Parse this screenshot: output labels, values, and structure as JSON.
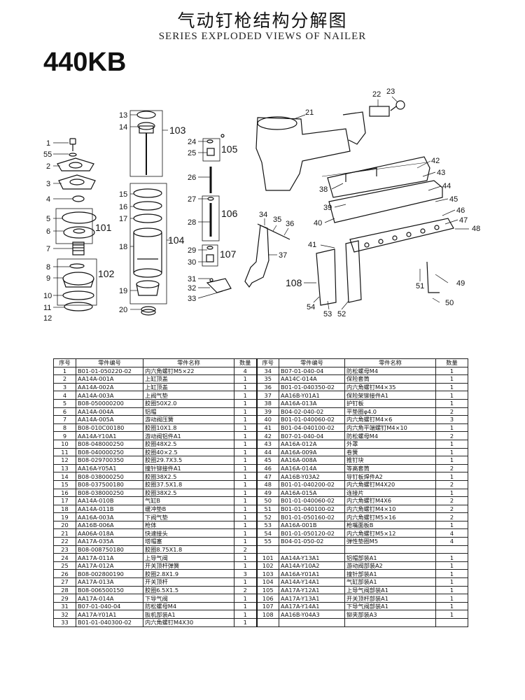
{
  "header": {
    "title_cn": "气动钉枪结构分解图",
    "title_en": "SERIES EXPLODED VIEWS OF NAILER",
    "model": "440KB"
  },
  "callouts": {
    "p1": "1",
    "p55": "55",
    "p2": "2",
    "p3": "3",
    "p4": "4",
    "p5": "5",
    "p6": "6",
    "p7": "7",
    "p8": "8",
    "p9": "9",
    "p10": "10",
    "p11": "11",
    "p12": "12",
    "p13": "13",
    "p14": "14",
    "p15": "15",
    "p16": "16",
    "p17": "17",
    "p18": "18",
    "p19": "19",
    "p20": "20",
    "p24": "24",
    "p25": "25",
    "p26": "26",
    "p27": "27",
    "p28": "28",
    "p29": "29",
    "p30": "30",
    "p31": "31",
    "p32": "32",
    "p33": "33",
    "p34": "34",
    "p35": "35",
    "p36": "36",
    "p37": "37",
    "p21": "21",
    "p22": "22",
    "p23": "23",
    "p38": "38",
    "p39": "39",
    "p40": "40",
    "p41": "41",
    "p42": "42",
    "p43": "43",
    "p44": "44",
    "p45": "45",
    "p46": "46",
    "p47": "47",
    "p48": "48",
    "p49": "49",
    "p50": "50",
    "p51": "51",
    "p52": "52",
    "p53": "53",
    "p54": "54",
    "g101": "101",
    "g102": "102",
    "g103": "103",
    "g104": "104",
    "g105": "105",
    "g106": "106",
    "g107": "107",
    "g108": "108"
  },
  "table": {
    "headers": [
      "序号",
      "零件编号",
      "零件名称",
      "数量",
      "序号",
      "零件编号",
      "零件名称",
      "数量"
    ],
    "rows": [
      [
        "1",
        "B01-01-050220-02",
        "内六角螺钉M5×22",
        "4",
        "34",
        "B07-01-040-04",
        "防松螺母M4",
        "1"
      ],
      [
        "2",
        "AA14A-001A",
        "上缸顶盖",
        "1",
        "35",
        "AA14C-014A",
        "保险套筒",
        "1"
      ],
      [
        "3",
        "AA14A-002A",
        "上缸顶盖",
        "1",
        "36",
        "B01-01-040350-02",
        "内六角螺钉M4×35",
        "1"
      ],
      [
        "4",
        "AA14A-003A",
        "上阀气垫",
        "1",
        "37",
        "AA16B-Y01A1",
        "保险架铆接件A1",
        "1"
      ],
      [
        "5",
        "B08-050000200",
        "胶圈50X2.0",
        "1",
        "38",
        "AA16A-013A",
        "护钉板",
        "1"
      ],
      [
        "6",
        "AA14A-004A",
        "铝帽",
        "1",
        "39",
        "B04-02-040-02",
        "平垫圈φ4.0",
        "2"
      ],
      [
        "7",
        "AA14A-005A",
        "游动阀压簧",
        "1",
        "40",
        "B01-01-040060-02",
        "内六角螺钉M4×6",
        "3"
      ],
      [
        "8",
        "B08-010C00180",
        "胶圈10X1.8",
        "1",
        "41",
        "B01-04-040100-02",
        "内六角平端螺钉M4×10",
        "1"
      ],
      [
        "9",
        "AA14A-Y10A1",
        "游动阀铝件A1",
        "1",
        "42",
        "B07-01-040-04",
        "防松螺母M4",
        "2"
      ],
      [
        "10",
        "B08-048000250",
        "胶圈48X2.5",
        "1",
        "43",
        "AA16A-012A",
        "外罩",
        "1"
      ],
      [
        "11",
        "B08-040000250",
        "胶圈40×2.5",
        "1",
        "44",
        "AA16A-009A",
        "卷簧",
        "1"
      ],
      [
        "12",
        "B08-029700350",
        "胶圈29.7X3.5",
        "1",
        "45",
        "AA16A-008A",
        "推钉块",
        "1"
      ],
      [
        "13",
        "AA16A-Y05A1",
        "撞针铆接件A1",
        "1",
        "46",
        "AA16A-014A",
        "等高套筒",
        "2"
      ],
      [
        "14",
        "B08-038000250",
        "胶圈38X2.5",
        "1",
        "47",
        "AA16B-Y03A2",
        "导钉板焊件A2",
        "1"
      ],
      [
        "15",
        "B08-037500180",
        "胶圈37.5X1.8",
        "1",
        "48",
        "B01-01-040200-02",
        "内六角螺钉M4X20",
        "2"
      ],
      [
        "16",
        "B08-038000250",
        "胶圈38X2.5",
        "1",
        "49",
        "AA16A-015A",
        "连接片",
        "1"
      ],
      [
        "17",
        "AA14A-010B",
        "气缸B",
        "1",
        "50",
        "B01-01-040060-02",
        "内六角螺钉M4X6",
        "2"
      ],
      [
        "18",
        "AA14A-011B",
        "缓冲垫B",
        "1",
        "51",
        "B01-01-040100-02",
        "内六角螺钉M4×10",
        "2"
      ],
      [
        "19",
        "AA16A-003A",
        "下阀气垫",
        "1",
        "52",
        "B01-01-050160-02",
        "内六角螺钉M5×16",
        "2"
      ],
      [
        "20",
        "AA16B-006A",
        "枪体",
        "1",
        "53",
        "AA16A-001B",
        "枪嘴面板B",
        "1"
      ],
      [
        "21",
        "AA06A-018A",
        "快速接头",
        "1",
        "54",
        "B01-01-050120-02",
        "内六角螺钉M5×12",
        "4"
      ],
      [
        "22",
        "AA17A-035A",
        "塔帽塞",
        "1",
        "55",
        "B04-01-050-02",
        "弹性垫圈M5",
        "4"
      ],
      [
        "23",
        "B08-008750180",
        "胶圈8.75X1.8",
        "2",
        "",
        "",
        "",
        ""
      ],
      [
        "24",
        "AA17A-011A",
        "上导气阀",
        "1",
        "101",
        "AA14A-Y13A1",
        "铝帽部装A1",
        "1"
      ],
      [
        "25",
        "AA17A-012A",
        "开关顶杆弹簧",
        "1",
        "102",
        "AA14A-Y10A2",
        "游动阀部装A2",
        "1"
      ],
      [
        "26",
        "B08-002800190",
        "胶圈2.8X1.9",
        "3",
        "103",
        "AA16A-Y01A1",
        "撞针部装A1",
        "1"
      ],
      [
        "27",
        "AA17A-013A",
        "开关顶杆",
        "1",
        "104",
        "AA14A-Y14A1",
        "气缸部装A1",
        "1"
      ],
      [
        "28",
        "B08-006500150",
        "胶圈6.5X1.5",
        "2",
        "105",
        "AA17A-Y12A1",
        "上导气阀部装A1",
        "1"
      ],
      [
        "29",
        "AA17A-014A",
        "下导气阀",
        "1",
        "106",
        "AA17A-Y13A1",
        "开关顶杆部装A1",
        "1"
      ],
      [
        "31",
        "B07-01-040-04",
        "防松螺母M4",
        "1",
        "107",
        "AA17A-Y14A1",
        "下导气阀部装A1",
        "1"
      ],
      [
        "32",
        "AA17A-Y01A1",
        "扳机部装A1",
        "1",
        "108",
        "AA16B-Y04A3",
        "铆夹部装A3",
        "1"
      ],
      [
        "33",
        "B01-01-040300-02",
        "内六角螺钉M4X30",
        "1",
        "",
        "",
        "",
        ""
      ]
    ]
  }
}
